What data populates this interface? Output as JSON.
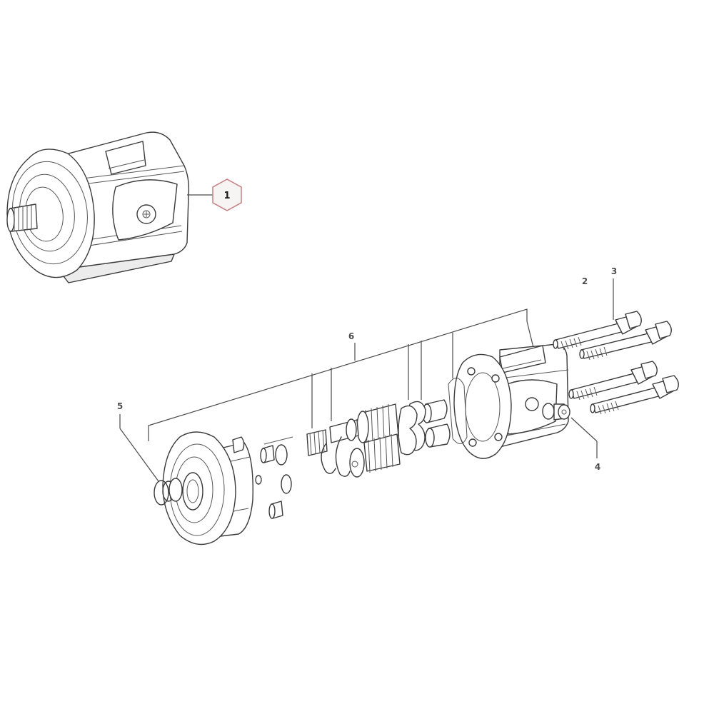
{
  "diagram": {
    "type": "exploded-parts-diagram",
    "subject": "hydraulic gear pump",
    "highlight_color": "#c9868a",
    "line_color": "#3a3a3a",
    "background": "#ffffff"
  },
  "callouts": [
    {
      "id": "1",
      "label": "1",
      "target": "complete gear pump assembly",
      "highlighted": true
    },
    {
      "id": "2",
      "label": "2",
      "target": "cap screws"
    },
    {
      "id": "3",
      "label": "3",
      "target": "washers on cap screws"
    },
    {
      "id": "4",
      "label": "4",
      "target": "plug with o-ring"
    },
    {
      "id": "5",
      "label": "5",
      "target": "shaft seal and retaining ring"
    },
    {
      "id": "6",
      "label": "6",
      "target": "seal kit (bracketed components)"
    }
  ]
}
